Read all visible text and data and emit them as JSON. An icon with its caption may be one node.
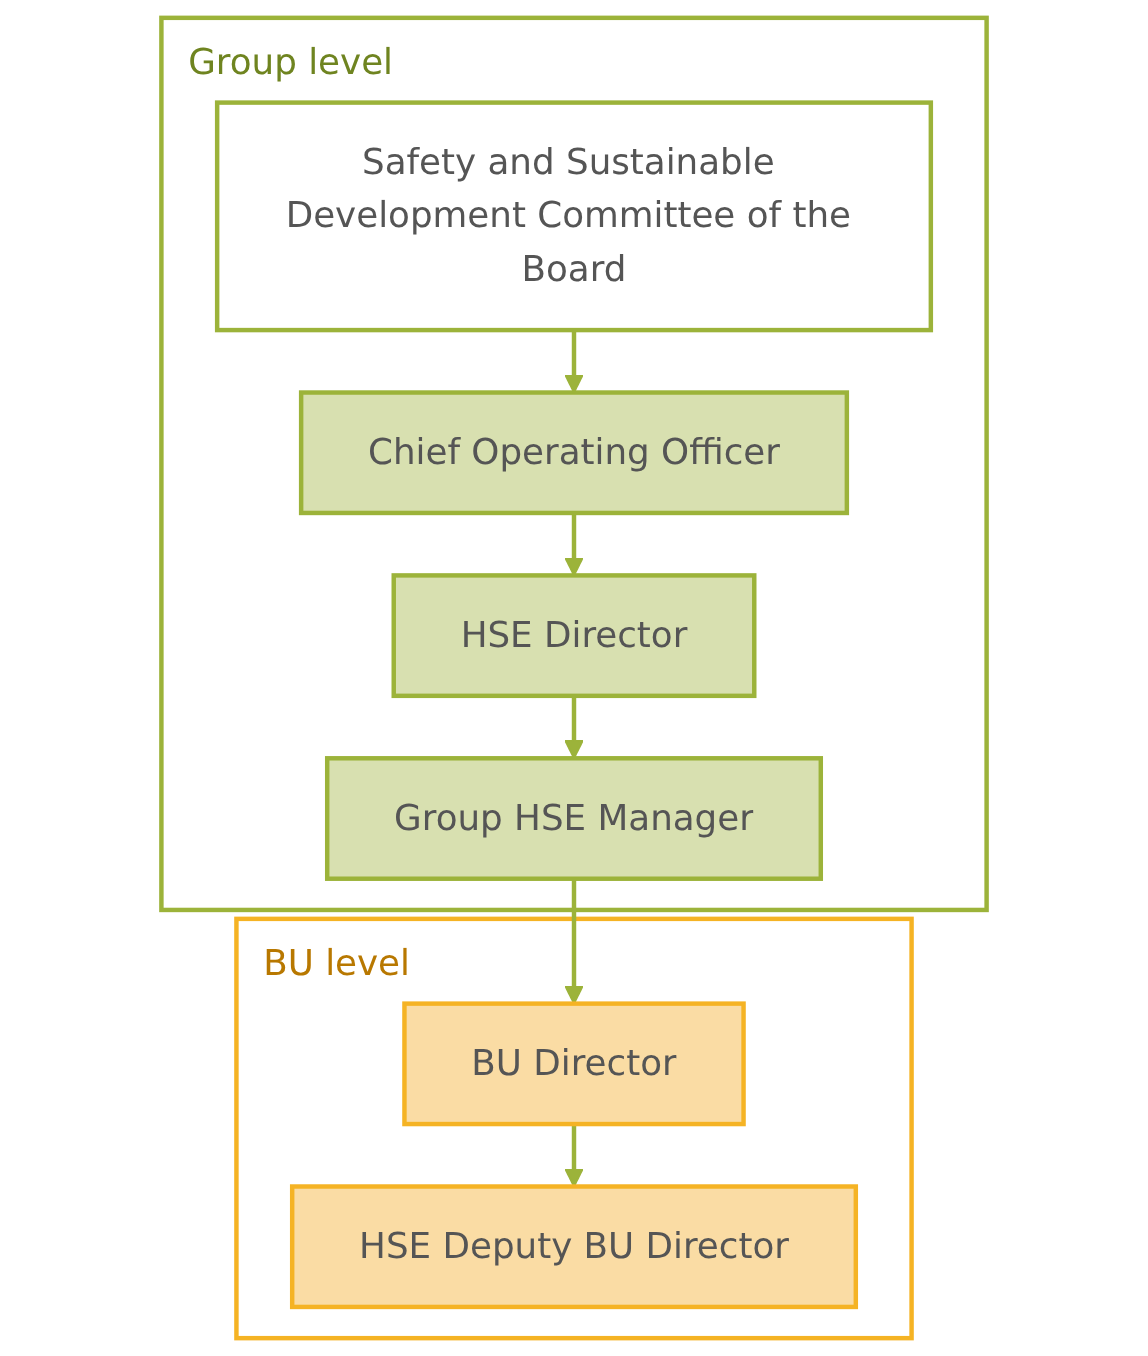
{
  "diagram": {
    "nodes": [
      {
        "text": [
          "Group level"
        ]
      },
      {
        "text": [
          "Safety and Sustainable Development Committee of the Board"
        ],
        "in": 0
      },
      {
        "text": [
          "Chief Operating Officer"
        ],
        "in": 0
      },
      {
        "text": [
          "HSE Director"
        ],
        "in": 0
      },
      {
        "text": [
          "Group HSE Manager"
        ],
        "in": 0
      },
      {
        "text": [
          "BU level"
        ]
      },
      {
        "text": [
          "BU Director"
        ],
        "in": 5
      },
      {
        "text": [
          "HSE Deputy BU Director"
        ],
        "in": 5
      }
    ],
    "edges": [
      {
        "from": 1,
        "to": 2,
        "arrow": "to"
      },
      {
        "from": 2,
        "to": 3,
        "arrow": "to"
      },
      {
        "from": 3,
        "to": 4,
        "arrow": "to"
      },
      {
        "from": 4,
        "to": 6,
        "arrow": "to"
      },
      {
        "from": 6,
        "to": 7,
        "arrow": "to"
      }
    ]
  }
}
